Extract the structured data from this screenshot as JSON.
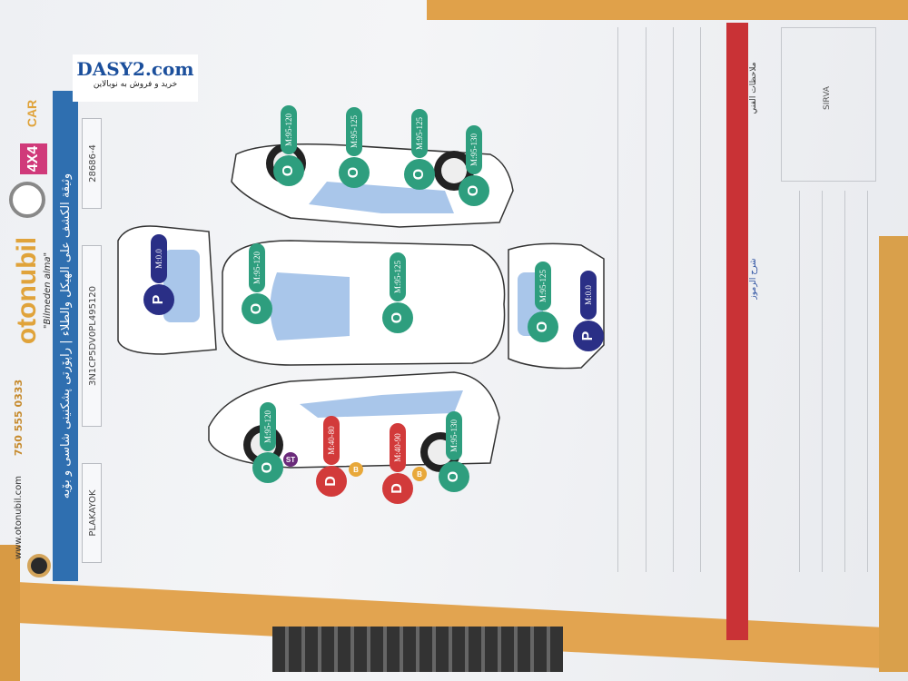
{
  "header": {
    "brand": "otonubil",
    "slogan": "\"Bilmeden alma\"",
    "phone": "750 555 0333",
    "website": "www.otonubil.com",
    "badge_4x4": "4X4",
    "car_label": "CAR",
    "title": "وثيقة الكشف على الهيكل والطلاء | راپۆرتی پشکنینی شاسی و بۆیە"
  },
  "watermark": {
    "logo": "DASY2.com",
    "tagline": "خرید و فروش به نوبالاین"
  },
  "vehicle": {
    "plate": "PLAKAYOK",
    "vin": "3N1CP5DV0PL495120",
    "mileage": "28686-4"
  },
  "inspection_marks": [
    {
      "view": "left-side",
      "code": "O",
      "reading": "M:95-120",
      "color": "#2e9e7e"
    },
    {
      "view": "left-side",
      "code": "O",
      "reading": "M:95-125",
      "color": "#2e9e7e"
    },
    {
      "view": "left-side",
      "code": "O",
      "reading": "M:95-125",
      "color": "#2e9e7e"
    },
    {
      "view": "left-side",
      "code": "O",
      "reading": "M:95-130",
      "color": "#2e9e7e"
    },
    {
      "view": "top",
      "code": "O",
      "reading": "M:95-120",
      "color": "#2e9e7e"
    },
    {
      "view": "top",
      "code": "O",
      "reading": "M:95-125",
      "color": "#2e9e7e"
    },
    {
      "view": "right-side",
      "code": "O",
      "reading": "M:95-120",
      "color": "#2e9e7e"
    },
    {
      "view": "right-side",
      "code": "D",
      "reading": "M:40-80",
      "color": "#d23a3a"
    },
    {
      "view": "right-side",
      "code": "D",
      "reading": "M:40-90",
      "color": "#d23a3a"
    },
    {
      "view": "right-side",
      "code": "O",
      "reading": "M:95-130",
      "color": "#2e9e7e"
    },
    {
      "view": "front",
      "code": "P",
      "reading": "M:0.0",
      "color": "#2a2f86"
    },
    {
      "view": "rear",
      "code": "P",
      "reading": "M:0.0",
      "color": "#2a2f86"
    },
    {
      "view": "rear",
      "code": "O",
      "reading": "M:95-125",
      "color": "#2e9e7e"
    }
  ],
  "small_marks": {
    "st": "ST",
    "b": "B"
  },
  "footer": {
    "signature_label": "SIRVA",
    "notes_title": "ملاحظات الفني",
    "legend_title": "شرح الرموز"
  }
}
